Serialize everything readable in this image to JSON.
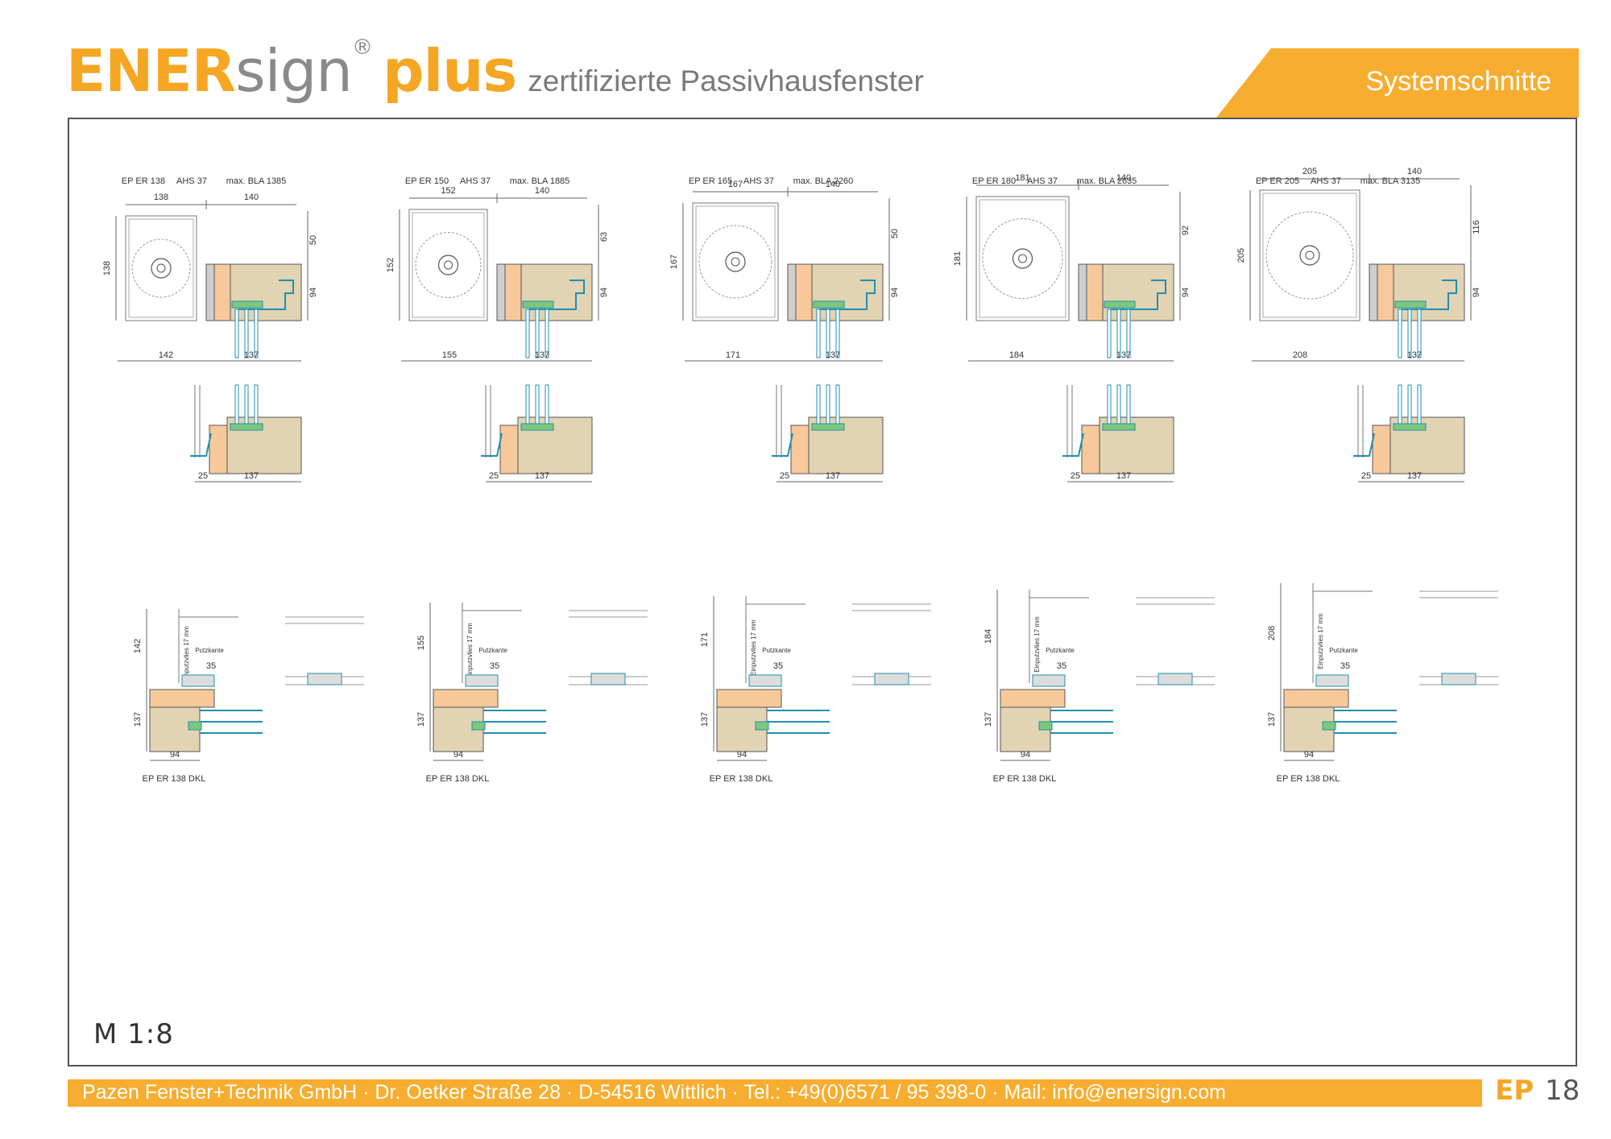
{
  "header": {
    "logo_ener": "ENER",
    "logo_sign": "sign",
    "logo_reg": "®",
    "logo_plus": "plus",
    "subtitle": "zertifizierte Passivhausfenster",
    "section": "Systemschnitte"
  },
  "colors": {
    "accent": "#f7ad2f",
    "wood": "#e2d3b3",
    "insulation": "#f7c99a",
    "profile": "#1f8fb0",
    "gasket": "#7ec87a"
  },
  "variants": [
    {
      "title": "EP ER 138",
      "ahs": "AHS 37",
      "bla": "max. BLA 1385",
      "w1": "138",
      "w2": "140",
      "h_left": "138",
      "h_top": "50",
      "h_bot": "94",
      "b1": "142",
      "b2": "137",
      "h3": "142"
    },
    {
      "title": "EP ER 150",
      "ahs": "AHS 37",
      "bla": "max. BLA 1885",
      "w1": "152",
      "w2": "140",
      "h_left": "152",
      "h_top": "63",
      "h_bot": "94",
      "b1": "155",
      "b2": "137",
      "h3": "155"
    },
    {
      "title": "EP ER 165",
      "ahs": "AHS 37",
      "bla": "max. BLA 2260",
      "w1": "167",
      "w2": "140",
      "h_left": "167",
      "h_top": "50",
      "h_bot": "94",
      "b1": "171",
      "b2": "137",
      "h3": "171"
    },
    {
      "title": "EP ER 180",
      "ahs": "AHS 37",
      "bla": "max. BLA 2635",
      "w1": "181",
      "w2": "140",
      "h_left": "181",
      "h_top": "92",
      "h_bot": "94",
      "b1": "184",
      "b2": "137",
      "h3": "184"
    },
    {
      "title": "EP ER 205",
      "ahs": "AHS 37",
      "bla": "max. BLA 3135",
      "w1": "205",
      "w2": "140",
      "h_left": "205",
      "h_top": "116",
      "h_bot": "94",
      "b1": "208",
      "b2": "137",
      "h3": "208"
    }
  ],
  "common": {
    "sill_left": "25",
    "sill_right": "137",
    "plan_137": "137",
    "plan_94": "94",
    "plan_35": "35",
    "plan_insul": "Einputzvlies 17 mm",
    "plan_edge": "Putzkante",
    "plan_caption": "EP ER 138 DKL"
  },
  "scale": "M 1:8",
  "footer": {
    "text": "Pazen Fenster+Technik GmbH · Dr. Oetker Straße 28 · D-54516 Wittlich · Tel.: +49(0)6571 / 95 398-0 · Mail: info@enersign.com",
    "page_code": "EP",
    "page_number": "18"
  }
}
